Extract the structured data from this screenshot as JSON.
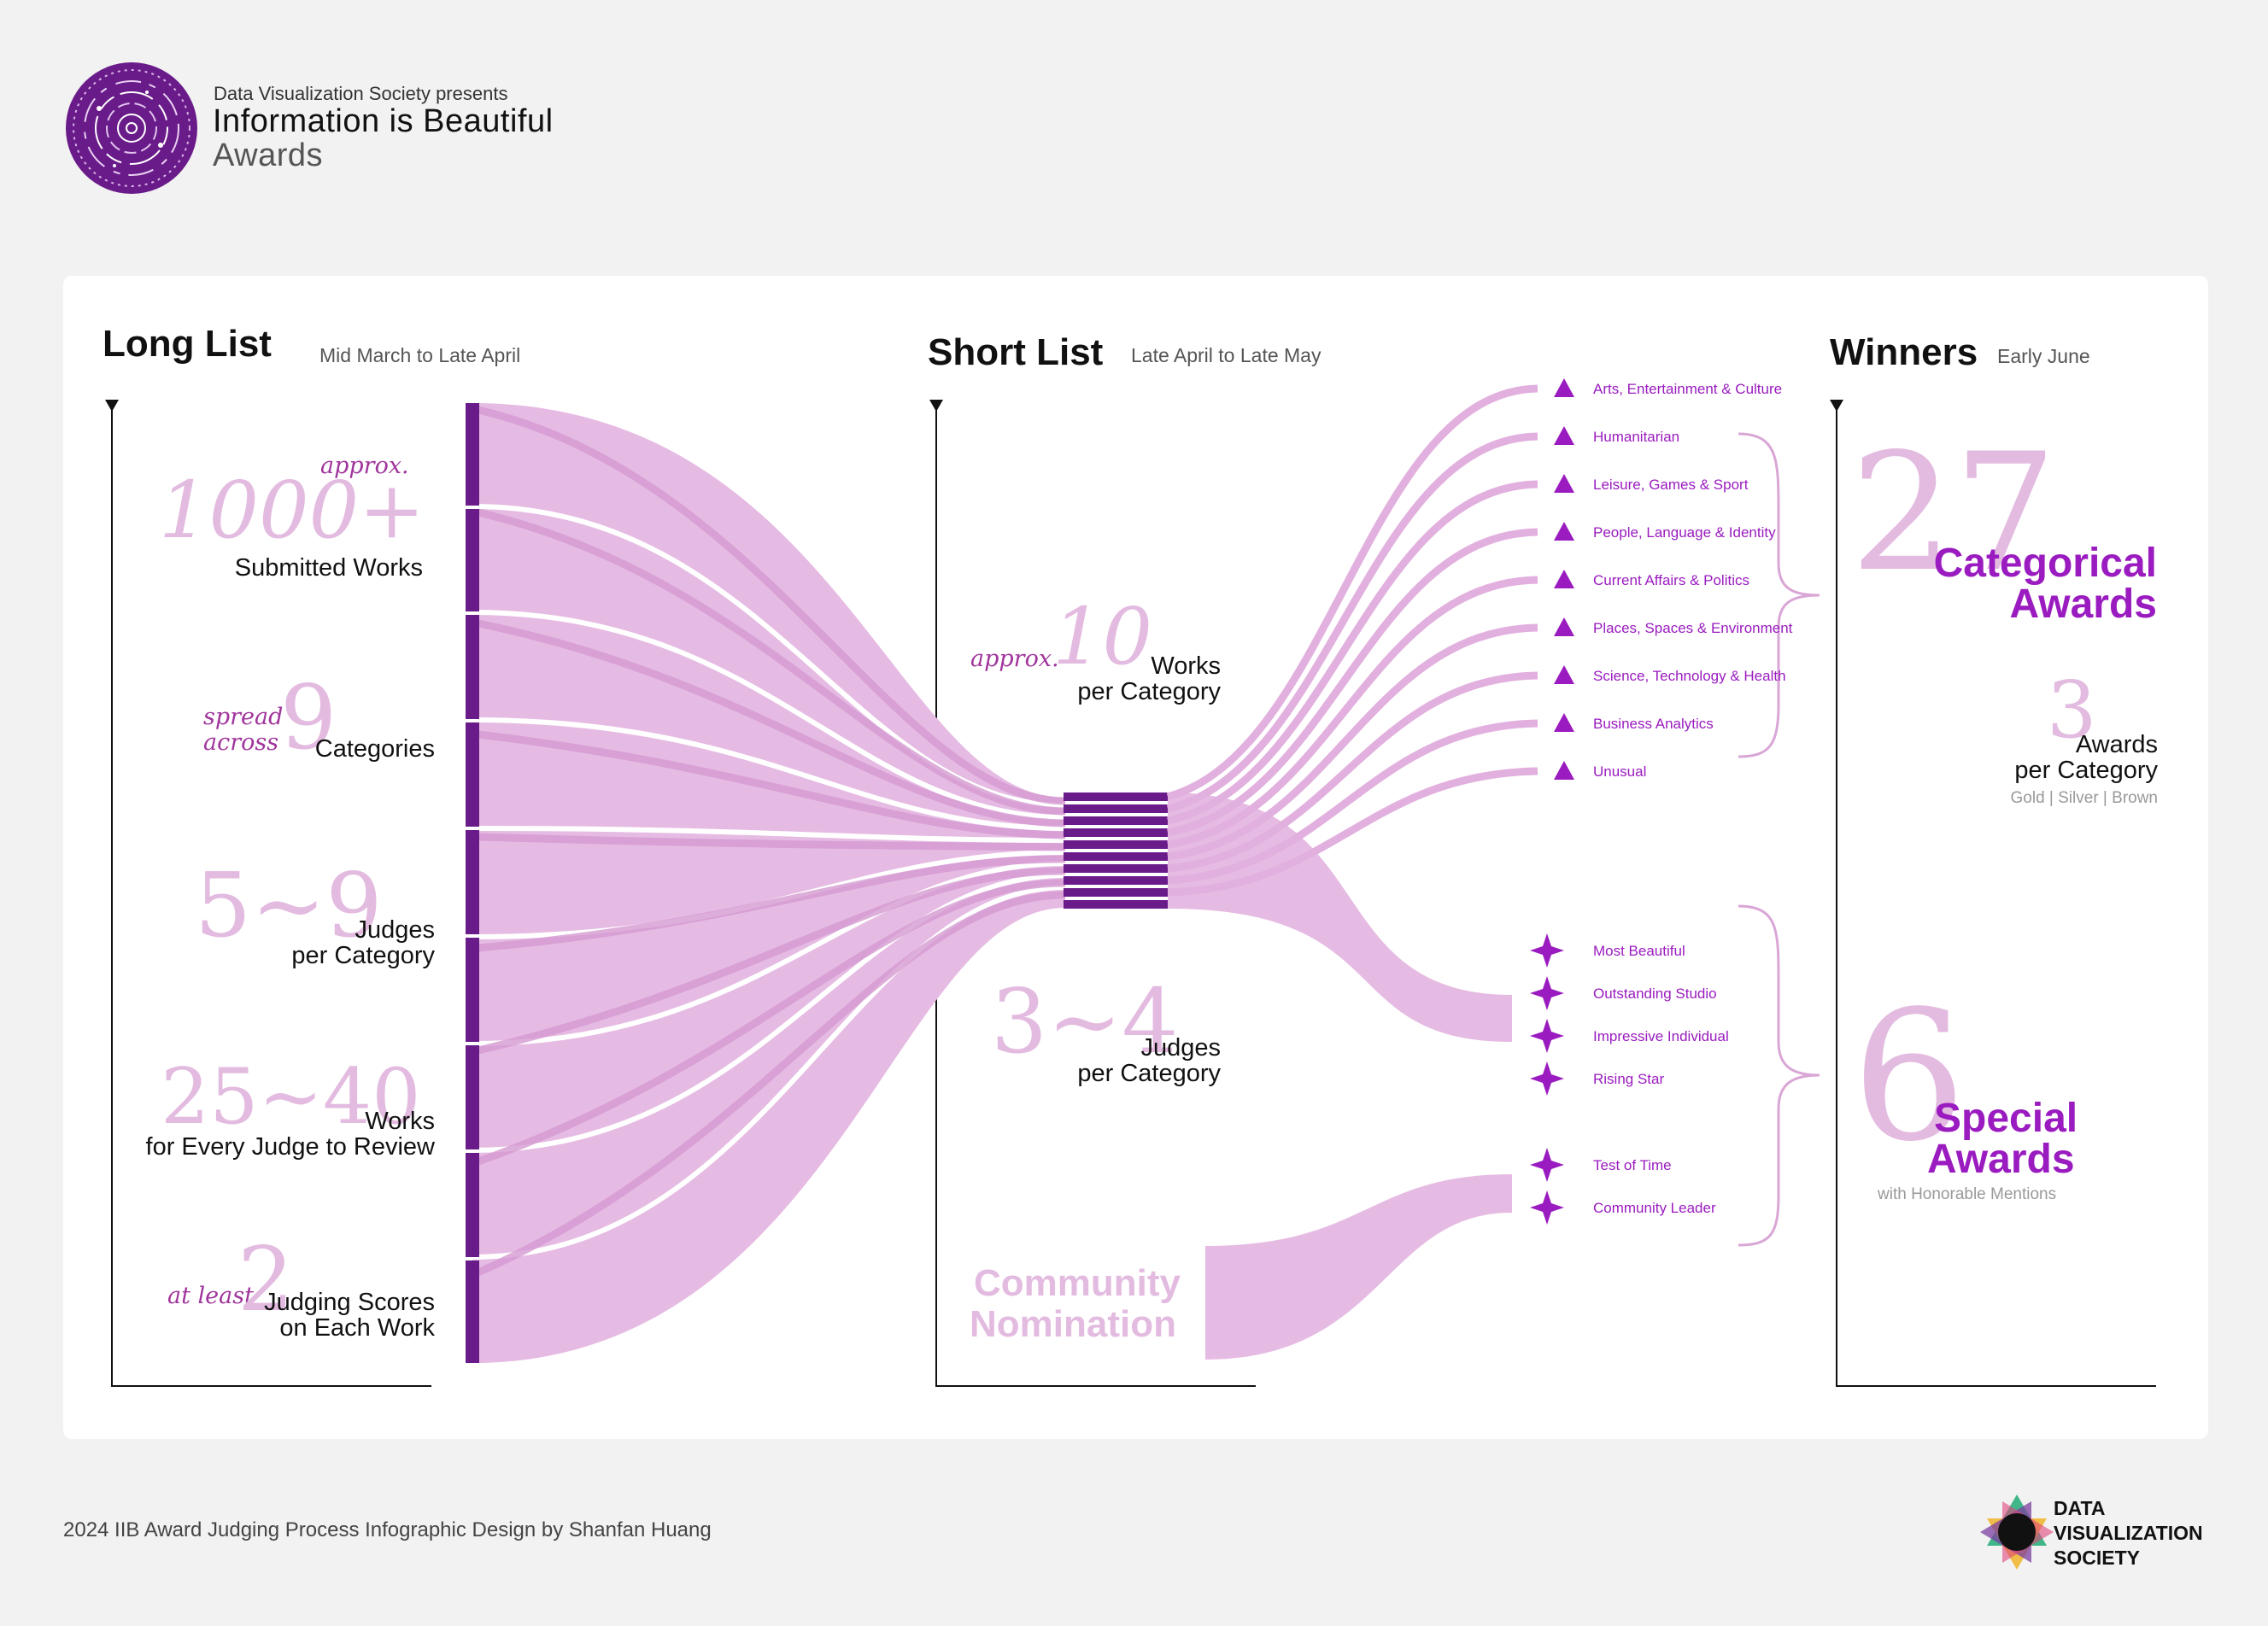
{
  "header": {
    "presenter": "Data Visualization Society presents",
    "title": "Information is Beautiful",
    "subtitle": "Awards"
  },
  "long_list": {
    "title": "Long List",
    "period": "Mid March to Late April",
    "stats": {
      "submitted": {
        "prefix": "approx.",
        "number": "1000+",
        "label": "Submitted Works"
      },
      "categories": {
        "prefix_line1": "spread",
        "prefix_line2": "across",
        "number": "9",
        "label": "Categories"
      },
      "judges": {
        "number": "5~9",
        "label_line1": "Judges",
        "label_line2": "per Category"
      },
      "works_per_judge": {
        "number": "25~40",
        "label_line1": "Works",
        "label_line2": "for Every Judge to Review"
      },
      "scores": {
        "prefix": "at least",
        "number": "2",
        "label_line1": "Judging Scores",
        "label_line2": "on Each Work"
      }
    }
  },
  "short_list": {
    "title": "Short List",
    "period": "Late April to Late May",
    "stats": {
      "works": {
        "prefix": "approx.",
        "number": "10",
        "label_line1": "Works",
        "label_line2": "per Category"
      },
      "judges": {
        "number": "3~4",
        "label_line1": "Judges",
        "label_line2": "per Category"
      }
    },
    "community": {
      "line1": "Community",
      "line2": "Nomination"
    }
  },
  "winners": {
    "title": "Winners",
    "period": "Early June",
    "categorical": {
      "number": "27",
      "line1": "Categorical",
      "line2": "Awards"
    },
    "per_category": {
      "number": "3",
      "line1": "Awards",
      "line2": "per Category",
      "note": "Gold | Silver | Brown"
    },
    "special": {
      "number": "6",
      "line1": "Special",
      "line2": "Awards",
      "note": "with Honorable Mentions"
    }
  },
  "categories": [
    "Arts, Entertainment & Culture",
    "Humanitarian",
    "Leisure, Games & Sport",
    "People, Language & Identity",
    "Current Affairs & Politics",
    "Places, Spaces & Environment",
    "Science, Technology & Health",
    "Business Analytics",
    "Unusual"
  ],
  "special_awards": [
    "Most Beautiful",
    "Outstanding Studio",
    "Impressive Individual",
    "Rising Star",
    "Test of Time",
    "Community Leader"
  ],
  "footer": {
    "credit": "2024 IIB Award Judging Process Infographic Design by Shanfan Huang",
    "dvs_line1": "DATA",
    "dvs_line2": "VISUALIZATION",
    "dvs_line3": "SOCIETY"
  },
  "colors": {
    "flow": "#e6bbe3",
    "flow_dark": "#d9a0d6",
    "bar": "#6a1b8a",
    "accent": "#9a1bbf",
    "big_number": "#e3bbe0"
  }
}
